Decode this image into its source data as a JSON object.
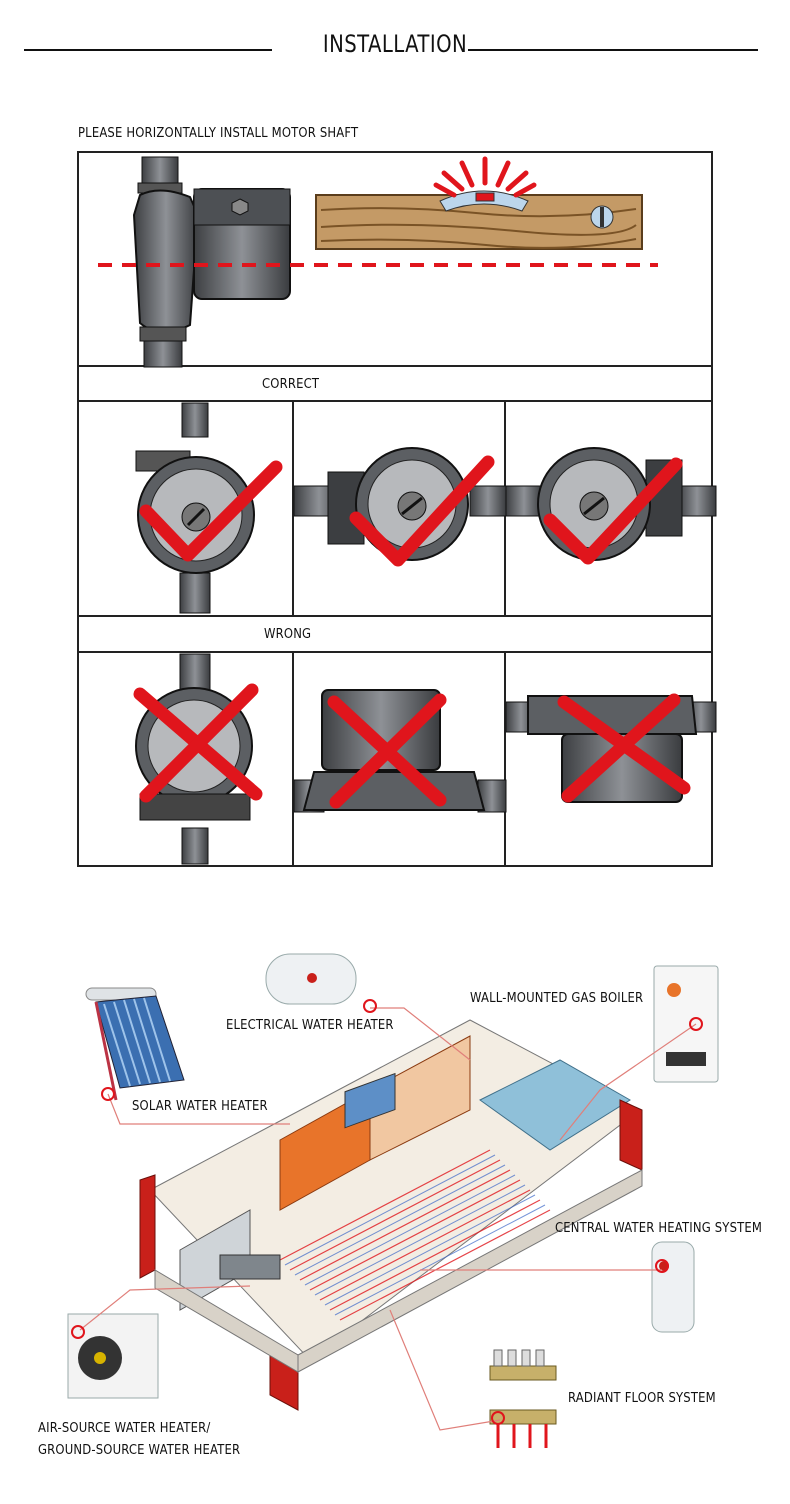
{
  "header": {
    "title": "INSTALLATION"
  },
  "install_section": {
    "instruction": "PLEASE HORIZONTALLY INSTALL MOTOR SHAFT",
    "correct_label": "CORRECT",
    "wrong_label": "WRONG"
  },
  "applications": {
    "electrical_water_heater": "ELECTRICAL WATER HEATER",
    "wall_mounted_gas_boiler": "WALL-MOUNTED GAS BOILER",
    "solar_water_heater": "SOLAR WATER HEATER",
    "central_water_heating_system": "CENTRAL WATER HEATING SYSTEM",
    "radiant_floor_system": "RADIANT FLOOR SYSTEM",
    "air_source_line1": "AIR-SOURCE WATER HEATER/",
    "air_source_line2": "GROUND-SOURCE WATER HEATER"
  },
  "colors": {
    "check_red": "#e0151c",
    "frame": "#222222",
    "pump_gray": "#6b6e72",
    "wall_red": "#c9201a",
    "floor_orange": "#e8742a"
  },
  "icons": [
    "check-mark-icon",
    "cross-mark-icon",
    "level-icon",
    "pump-icon"
  ]
}
